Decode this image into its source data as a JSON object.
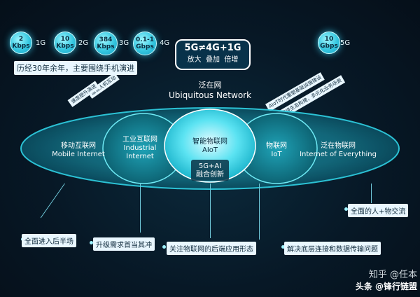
{
  "speeds": [
    {
      "value": "2",
      "unit": "Kbps",
      "gen": "1G"
    },
    {
      "value": "10",
      "unit": "Kbps",
      "gen": "2G"
    },
    {
      "value": "384",
      "unit": "Kbps",
      "gen": "3G"
    },
    {
      "value": "0.1-1",
      "unit": "Gbps",
      "gen": "4G"
    }
  ],
  "speed5g": {
    "value": "10",
    "unit": "Gbps",
    "gen": "5G"
  },
  "history_label": "历经30年余年，主要围绕手机演进",
  "formula": {
    "line1": "5G≠4G+1G",
    "line2": "放大  叠加  倍增"
  },
  "ubiquitous": {
    "cn": "泛在网",
    "en": "Ubiquitous Network"
  },
  "tilt_tags": {
    "left1": "通信人机互动",
    "left2": "速度提升演进",
    "right1": "AIoT时代重塑基础设施建设",
    "right2": "全链接生态构建，多元化业务场景"
  },
  "ellipses": {
    "mobile": {
      "cn": "移动互联网",
      "en": "Mobile Internet"
    },
    "industrial": {
      "cn": "工业互联网",
      "en1": "Industrial",
      "en2": "Internet"
    },
    "aiot": {
      "cn": "智能物联网",
      "en": "AIoT"
    },
    "iot": {
      "cn": "物联网",
      "en": "IoT"
    },
    "everything": {
      "cn": "泛在物联网",
      "en": "Internet of Everything"
    }
  },
  "fusion": {
    "line1": "5G+AI",
    "line2": "融合创新"
  },
  "callouts": {
    "c1": "全面进入后半场",
    "c2": "升级需求首当其冲",
    "c3": "关注物联网的后端应用形态",
    "c4": "解决底层连接和数据传输问题",
    "c5": "全面的人+物交流"
  },
  "watermark": {
    "line1": "知乎 @任本",
    "line2": "头条 @锋行链盟"
  },
  "colors": {
    "accent": "#34c6df",
    "ring": "#1fb8c9",
    "box": "#e9f7ff"
  }
}
